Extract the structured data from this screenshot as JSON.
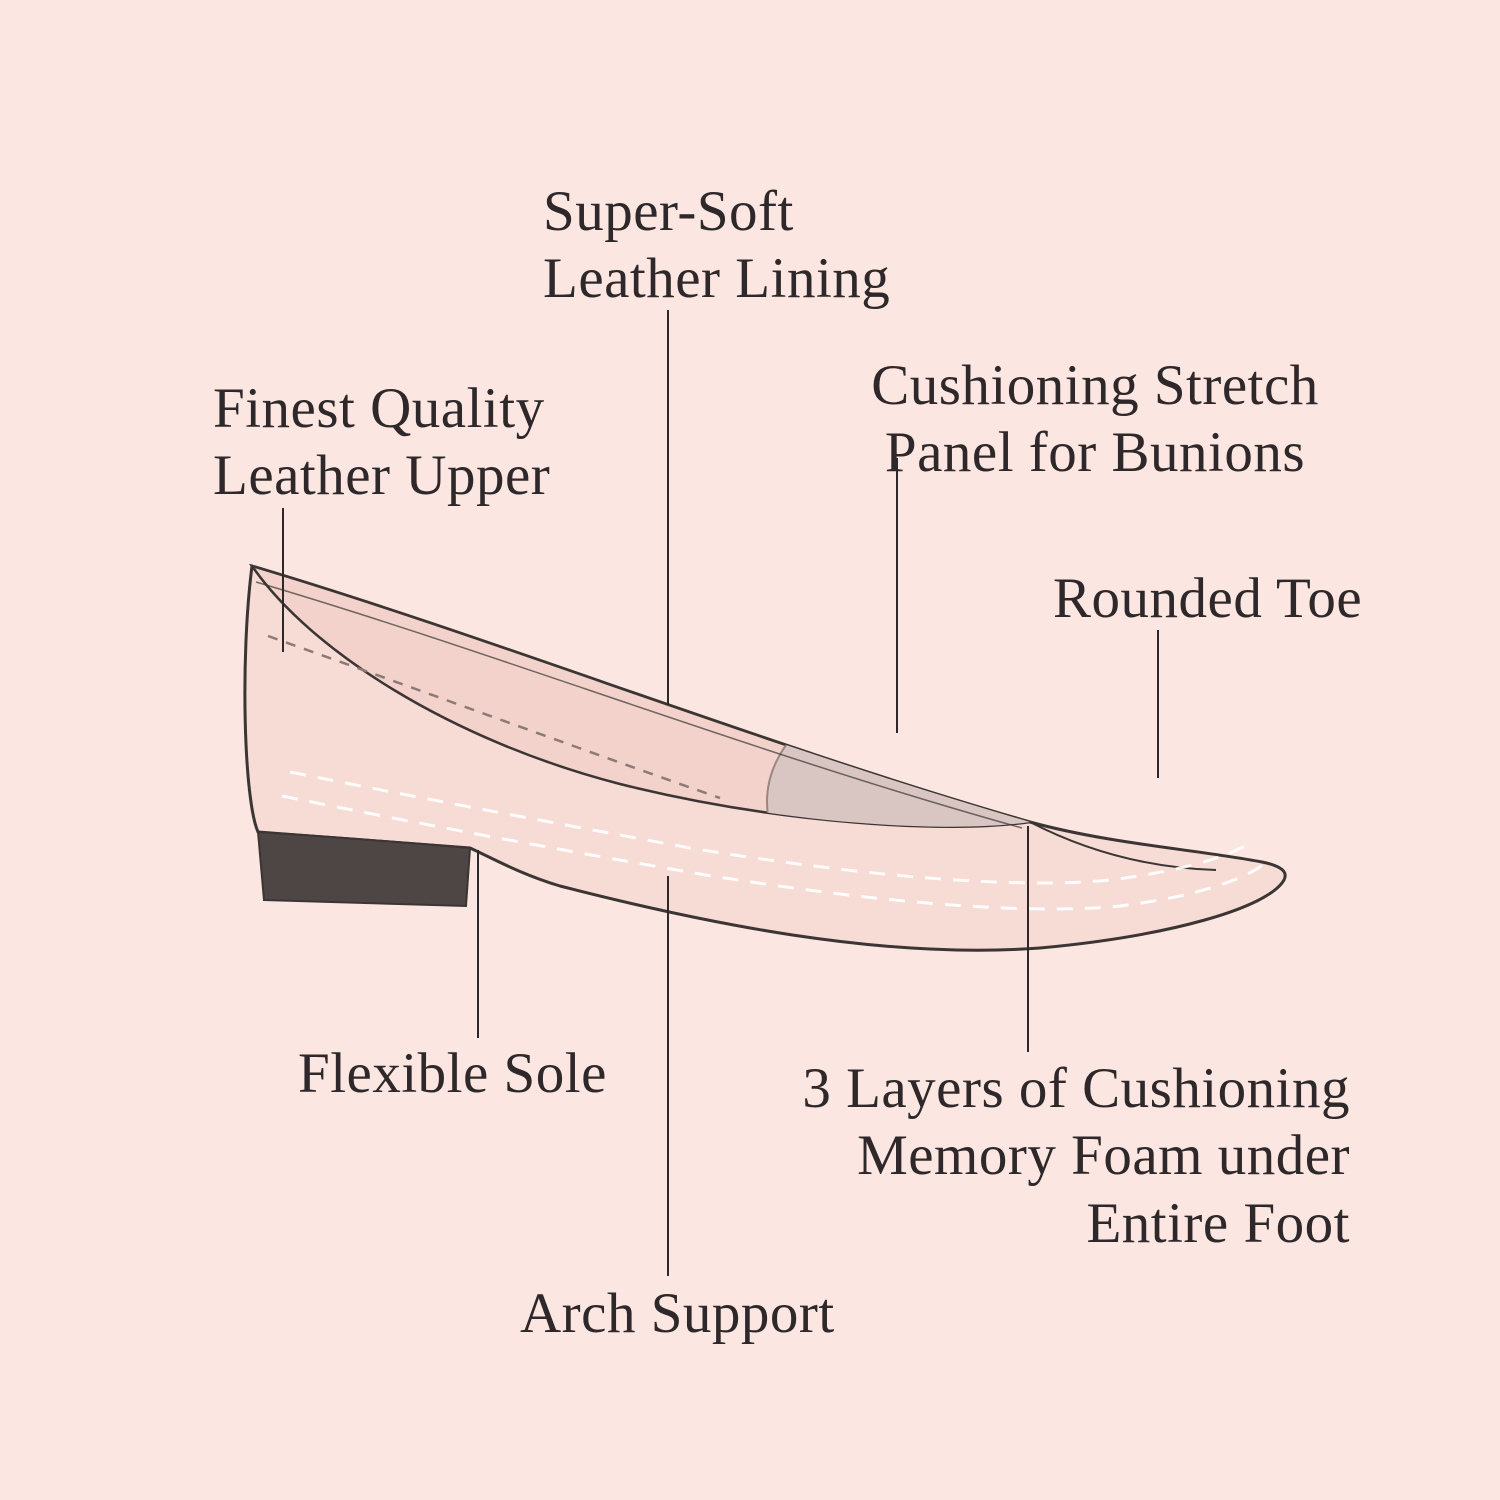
{
  "canvas": {
    "background_color": "#fbe6e1",
    "text_color": "#2e282a",
    "shoe_body_color": "#f7dbd5",
    "shoe_opening_color": "#f2d2cb",
    "stretch_panel_color": "#d9c6c3",
    "heel_color": "#4d4644",
    "outline_color": "#3b3533",
    "stitch_color": "#ffffff"
  },
  "labels": {
    "leather_lining": {
      "line1": "Super-Soft",
      "line2": "Leather Lining"
    },
    "leather_upper": {
      "line1": "Finest Quality",
      "line2": "Leather Upper"
    },
    "stretch_panel": {
      "line1": "Cushioning Stretch",
      "line2": "Panel for Bunions"
    },
    "rounded_toe": {
      "text": "Rounded Toe"
    },
    "flexible_sole": {
      "text": "Flexible Sole"
    },
    "memory_foam": {
      "line1": "3 Layers of Cushioning",
      "line2": "Memory Foam under",
      "line3": "Entire Foot"
    },
    "arch_support": {
      "text": "Arch Support"
    }
  }
}
